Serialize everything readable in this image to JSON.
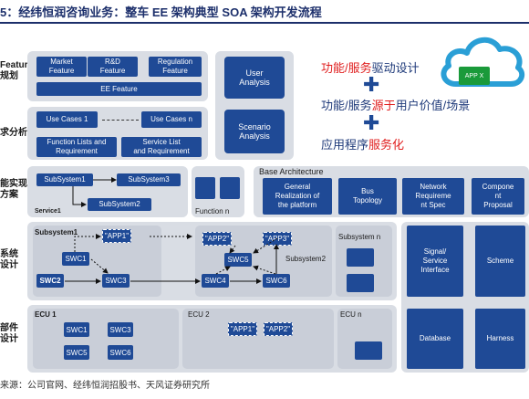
{
  "title": "5：经纬恒润咨询业务：整车 EE 架构典型 SOA 架构开发流程",
  "source": "来源：公司官网、经纬恒润招股书、天风证券研究所",
  "rows": {
    "feature": "Feature\n规划",
    "uc": "求分析",
    "func": "能实现\n方案",
    "sys": "系统\n设计",
    "part": "部件\n设计"
  },
  "feature_boxes": [
    "Market\nFeature",
    "R&D\nFeature",
    "Regulation\nFeature"
  ],
  "ee_feature": "EE Feature",
  "use_cases": [
    "Use Cases 1",
    "Use Cases n"
  ],
  "func_lists": "Function Lists and\nRequirement",
  "service_list": "Service List\nand Requirement",
  "user_analysis": "User\nAnalysis",
  "scenario_analysis": "Scenario\nAnalysis",
  "subsystems": [
    "SubSystem1",
    "SubSystem3",
    "SubSystem2"
  ],
  "service1": "Service1",
  "function_n": "Function n",
  "base_arch": "Base Architecture",
  "base_boxes": [
    "General\nRealization of\nthe platform",
    "Bus\nTopology",
    "Network\nRequireme\nnt Spec",
    "Compone\nnt\nProposal"
  ],
  "sys_labels": [
    "Subsystem1",
    "Subsystem2",
    "Subsystem n"
  ],
  "apps": [
    "\"APP1\"",
    "\"APP2\"",
    "\"APP3\""
  ],
  "swc": [
    "SWC1",
    "SWC2",
    "SWC3",
    "SWC5",
    "SWC4",
    "SWC6"
  ],
  "signal": "Signal/\nService\nInterface",
  "scheme": "Scheme",
  "ecu": [
    "ECU 1",
    "ECU 2",
    "ECU n"
  ],
  "ecu_swc": [
    "SWC1",
    "SWC3",
    "SWC5",
    "SWC6"
  ],
  "ecu2_apps": [
    "\"APP1\"",
    "\"APP2\""
  ],
  "database": "Database",
  "harness": "Harness",
  "right_text": {
    "line1_red": "功能/服务",
    "line1_blk": "驱动设计",
    "line2_blk1": "功能/服务",
    "line2_red": "源于",
    "line2_blk2": "用户价值/场景",
    "line3_blk": "应用程序",
    "line3_red": "服务化",
    "plus": "✚"
  },
  "cloud_label": "APP X",
  "colors": {
    "dark_blue": "#1f4a96",
    "panel": "#d9dde4",
    "red": "#e02020",
    "green": "#1a9a3a",
    "cloud": "#2a9fd6"
  }
}
